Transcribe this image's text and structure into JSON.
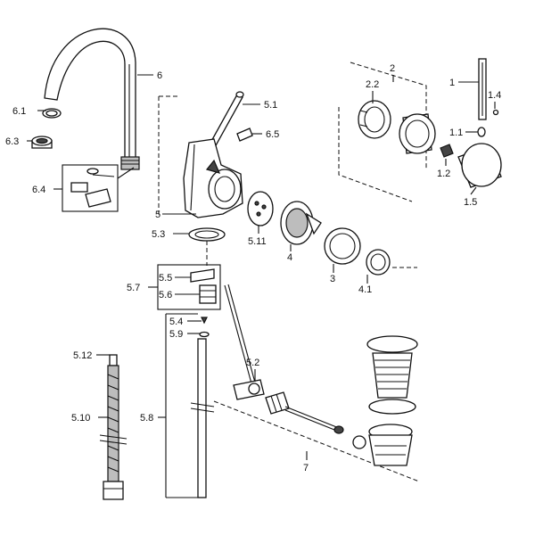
{
  "labels": {
    "l6": "6",
    "l6_1": "6.1",
    "l6_3": "6.3",
    "l6_4": "6.4",
    "l5_1": "5.1",
    "l6_5": "6.5",
    "l5": "5",
    "l5_3": "5.3",
    "l5_11": "5.11",
    "l4": "4",
    "l3": "3",
    "l4_1": "4.1",
    "l5_5": "5.5",
    "l5_6": "5.6",
    "l5_7": "5.7",
    "l5_4": "5.4",
    "l5_9": "5.9",
    "l5_12": "5.12",
    "l5_10": "5.10",
    "l5_8": "5.8",
    "l5_2": "5.2",
    "l7": "7",
    "l2": "2",
    "l2_2": "2.2",
    "l1": "1",
    "l1_4": "1.4",
    "l1_1": "1.1",
    "l1_2": "1.2",
    "l1_5": "1.5"
  }
}
